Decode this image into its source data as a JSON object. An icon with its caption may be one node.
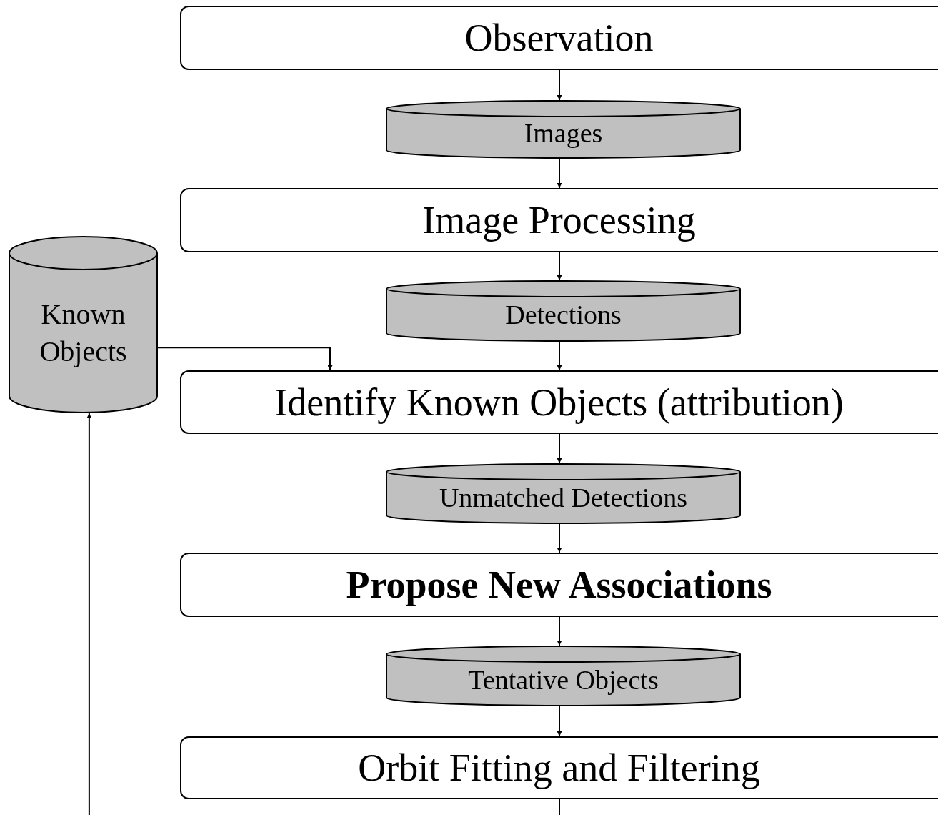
{
  "diagram": {
    "nodes": [
      {
        "text": [
          "Observation"
        ]
      },
      {
        "text": [
          "Images"
        ]
      },
      {
        "text": [
          "Image Processing"
        ]
      },
      {
        "text": [
          "Known Objects"
        ]
      },
      {
        "text": [
          "Detections"
        ]
      },
      {
        "text": [
          "Identify Known Objects (attribution)"
        ]
      },
      {
        "text": [
          "Unmatched Detections"
        ]
      },
      {
        "text": [
          "Propose New Associations"
        ]
      },
      {
        "text": [
          "Tentative Objects"
        ]
      },
      {
        "text": [
          "Orbit Fitting and Filtering"
        ]
      }
    ],
    "edges": [
      {
        "from": 0,
        "to": 1,
        "arrow": "to"
      },
      {
        "from": 1,
        "to": 2,
        "arrow": "to"
      },
      {
        "from": 2,
        "to": 4,
        "arrow": "to"
      },
      {
        "from": 4,
        "to": 5,
        "arrow": "to"
      },
      {
        "from": 3,
        "to": 5,
        "arrow": "to"
      },
      {
        "from": 5,
        "to": 6,
        "arrow": "to"
      },
      {
        "from": 6,
        "to": 7,
        "arrow": "to"
      },
      {
        "from": 7,
        "to": 8,
        "arrow": "to"
      },
      {
        "from": 8,
        "to": 9,
        "arrow": "to"
      },
      {
        "from": 9,
        "to": null,
        "arrow": "none"
      },
      {
        "from": null,
        "to": 3,
        "arrow": "to"
      }
    ]
  }
}
